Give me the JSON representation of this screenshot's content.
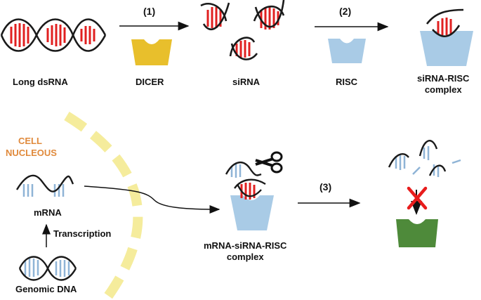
{
  "colors": {
    "dna_backbone": "#1a1a1a",
    "sirna_rung": "#e02020",
    "mrna_rung": "#8fb4d6",
    "dicer": "#e8bf2c",
    "risc": "#a9cbe6",
    "blocked_protein": "#4e8a3a",
    "cross": "#e81c1c",
    "nucleus_boundary": "#f5ec9c",
    "nucleus_text": "#e08a3c"
  },
  "labels": {
    "long_dsrna": "Long dsRNA",
    "dicer": "DICER",
    "sirna": "siRNA",
    "risc": "RISC",
    "sirna_risc_line1": "siRNA-RISC",
    "sirna_risc_line2": "complex",
    "mrna": "mRNA",
    "transcription": "Transcription",
    "genomic_dna": "Genomic DNA",
    "mrna_complex_line1": "mRNA-siRNA-RISC",
    "mrna_complex_line2": "complex"
  },
  "nucleus": {
    "line1": "CELL",
    "line2": "NUCLEOUS"
  },
  "steps": {
    "s1": "(1)",
    "s2": "(2)",
    "s3": "(3)"
  },
  "icons": {
    "scissors": "scissors-icon",
    "blocked": "red-x-icon"
  }
}
